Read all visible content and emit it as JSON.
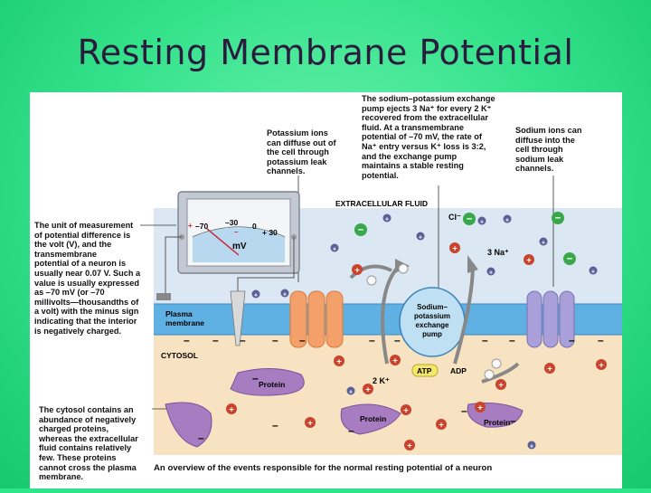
{
  "slide": {
    "title": "Resting Membrane Potential"
  },
  "labels": {
    "pump_note": "The sodium–potassium exchange\npump ejects 3 Na⁺ for every 2 K⁺\nrecovered from the extracellular\nfluid. At a transmembrane\npotential of –70 mV, the rate of\nNa⁺ entry versus  K⁺ loss is 3:2,\nand the exchange pump\nmaintains a stable resting\npotential.",
    "potassium_note": "Potassium ions\ncan diffuse out of\nthe cell through\npotassium leak\nchannels.",
    "sodium_note": "Sodium ions can\ndiffuse into the\ncell through\nsodium leak\nchannels.",
    "unit_note": "The unit of measurement\nof potential difference is\nthe volt (V), and the\ntransmembrane\npotential of a neuron is\nusually near 0.07 V. Such a\nvalue is usually expressed\nas –70 mV (or –70\nmillivolts—thousandths of\na volt) with the minus sign\nindicating that the interior\nis negatively charged.",
    "cytosol_note": "The cytosol contains an\nabundance of negatively\ncharged proteins,\nwhereas the extracellular\nfluid contains relatively\nfew. These proteins\ncannot cross the plasma\nmembrane.",
    "extracellular": "EXTRACELLULAR FLUID",
    "plasma_membrane": "Plasma\nmembrane",
    "cytosol": "CYTOSOL",
    "pump_name": "Sodium–\npotassium\nexchange\npump",
    "cl_ion": "Cl⁻",
    "na_count": "3 Na⁺",
    "k_count": "2 K⁺",
    "atp": "ATP",
    "adp": "ADP",
    "protein": "Protein",
    "caption": "An overview of the events responsible for the normal resting potential of a neuron"
  },
  "meter": {
    "scale_neg70": "–70",
    "scale_neg30": "–30",
    "scale_0": "0",
    "scale_pos30": "+ 30",
    "unit": "mV",
    "plus": "+",
    "minus": "–"
  },
  "colors": {
    "slide_bg": "#2ee68a",
    "extracellular": "#dbe8f4",
    "membrane": "#5fb1e3",
    "cytosol": "#f7e3c1",
    "positive_ion": "#c8442c",
    "negative_ion": "#38a84a",
    "k_ion": "#5a5f95",
    "protein": "#a77cc1",
    "k_channel": "#f4a06a",
    "na_channel": "#a9a0d9"
  }
}
